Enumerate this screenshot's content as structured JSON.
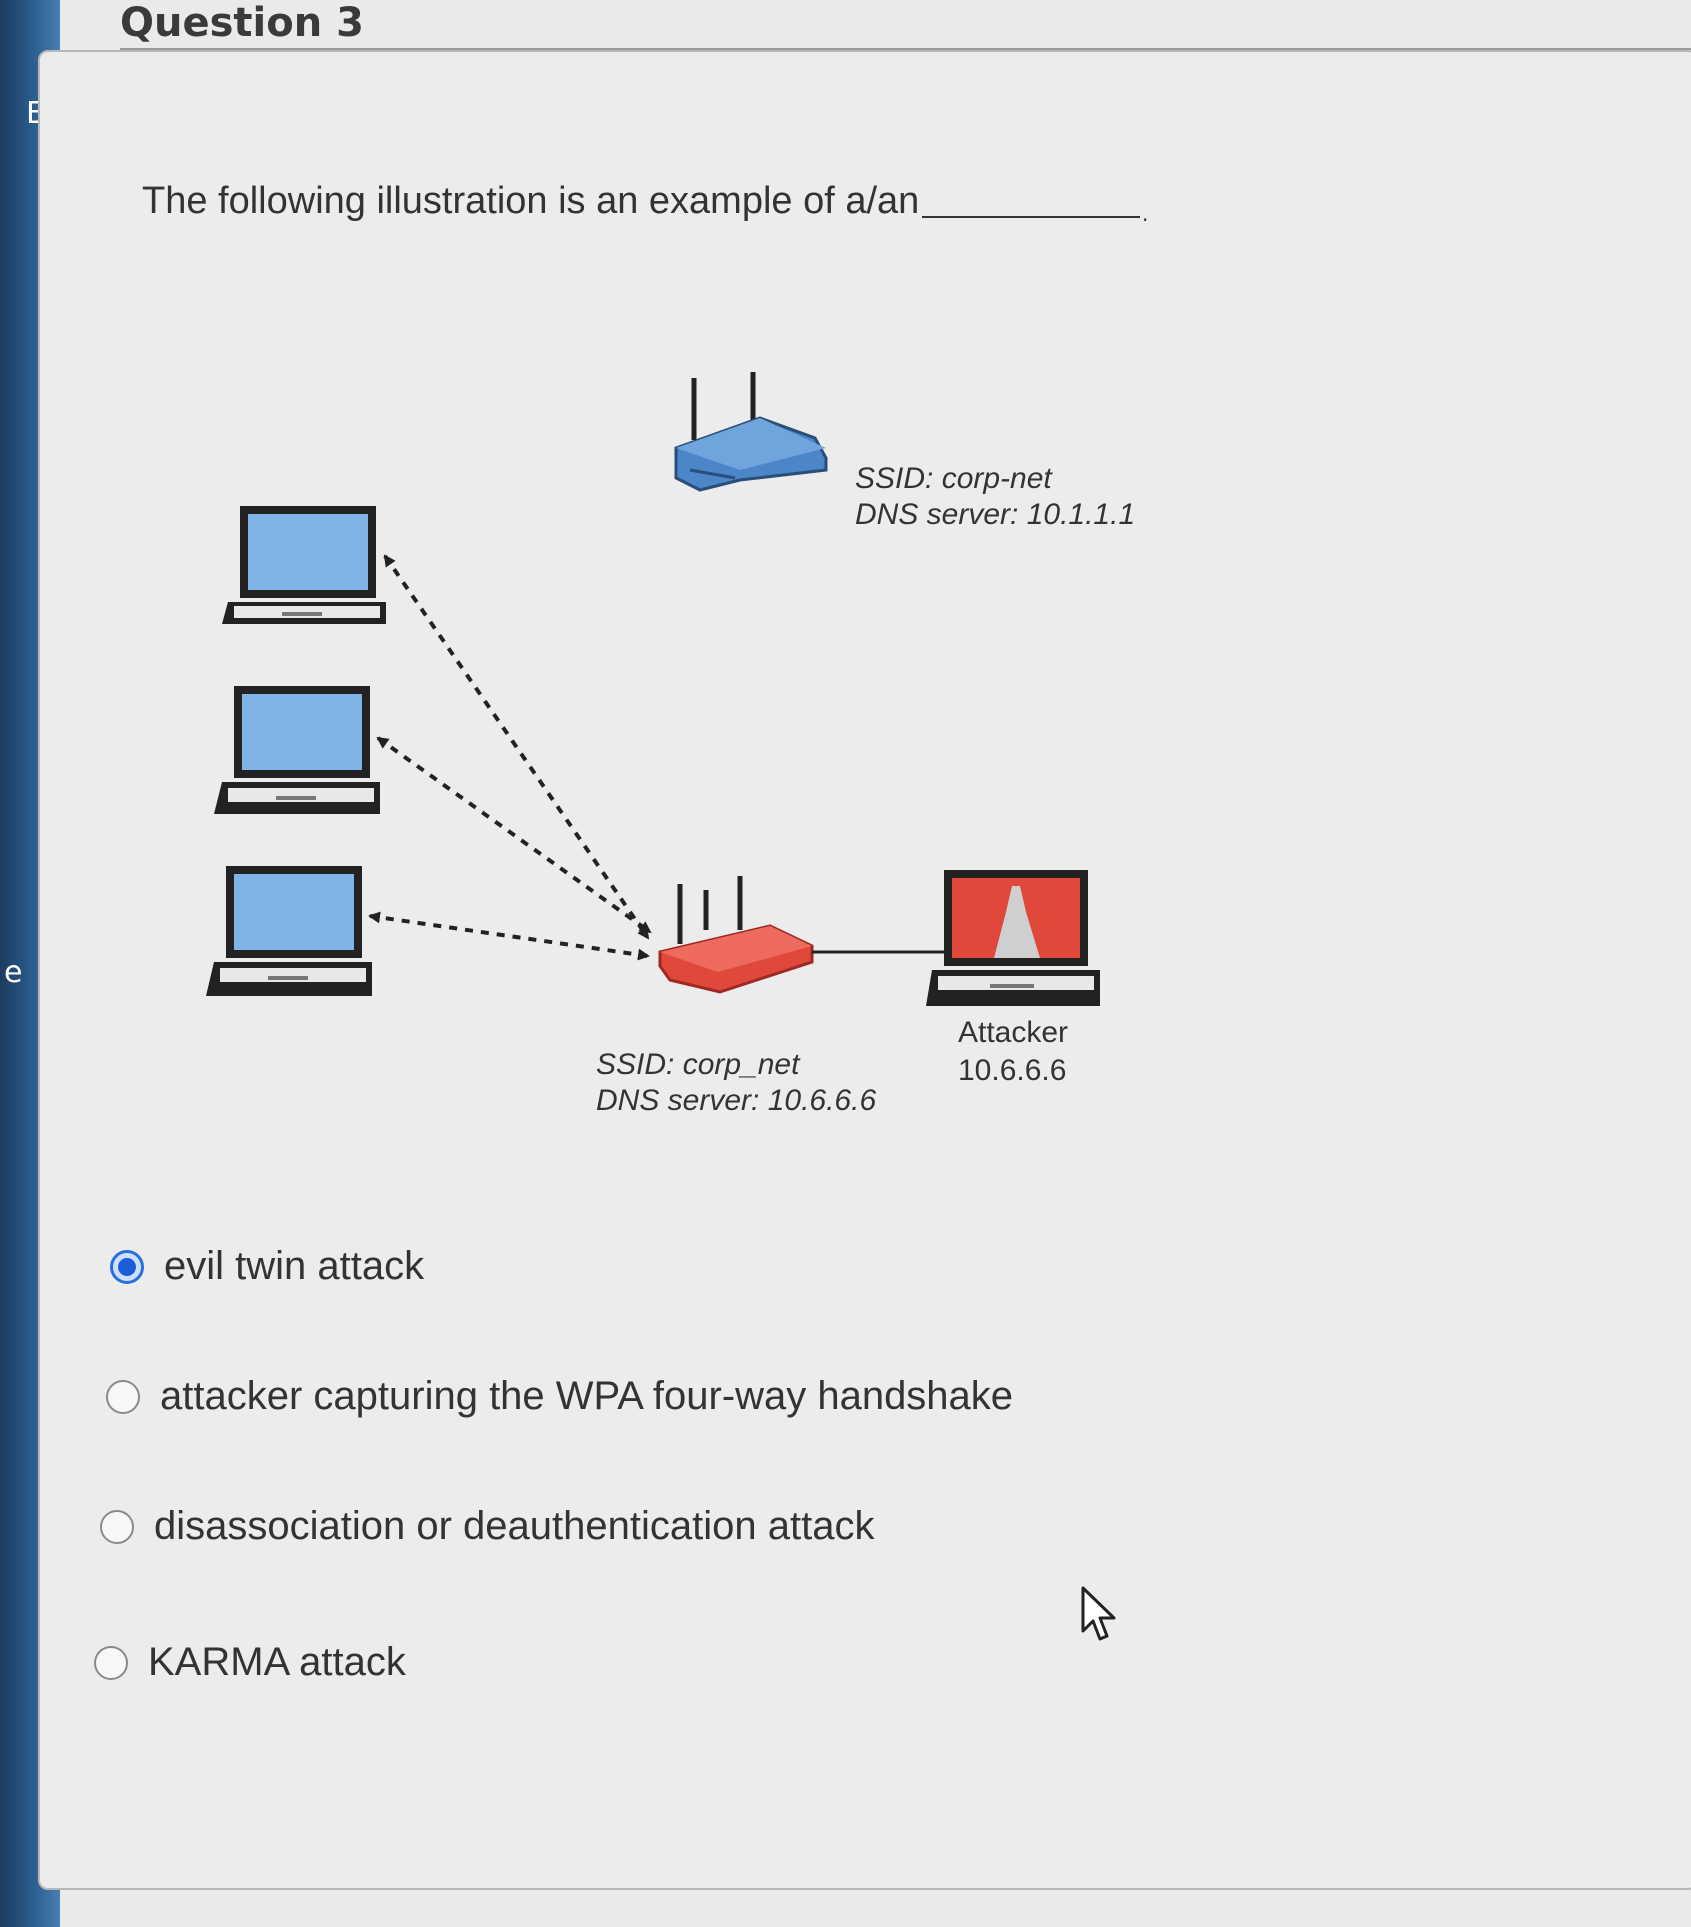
{
  "question": {
    "title": "Question 3",
    "prompt": "The following illustration is an example of a/an"
  },
  "left_strip": {
    "text_top": "El",
    "text_bottom": "e"
  },
  "diagram": {
    "legit_ap": {
      "ssid": "SSID: corp-net",
      "dns": "DNS server: 10.1.1.1",
      "color": "#4a86c8"
    },
    "rogue_ap": {
      "ssid": "SSID: corp_net",
      "dns": "DNS server: 10.6.6.6",
      "color": "#e0483c"
    },
    "attacker": {
      "label": "Attacker",
      "ip": "10.6.6.6",
      "color": "#e0483c"
    },
    "client_laptop_color": "#7fb3e6"
  },
  "options": [
    {
      "label": "evil twin attack",
      "selected": true
    },
    {
      "label": "attacker capturing the WPA four-way handshake",
      "selected": false
    },
    {
      "label": "disassociation or deauthentication attack",
      "selected": false
    },
    {
      "label": "KARMA attack",
      "selected": false
    }
  ],
  "colors": {
    "radio_selected": "#1b5fd8",
    "page_background": "#eaeaea"
  },
  "icons": [
    "wireless-router-icon",
    "laptop-icon",
    "mouse-cursor-icon"
  ]
}
